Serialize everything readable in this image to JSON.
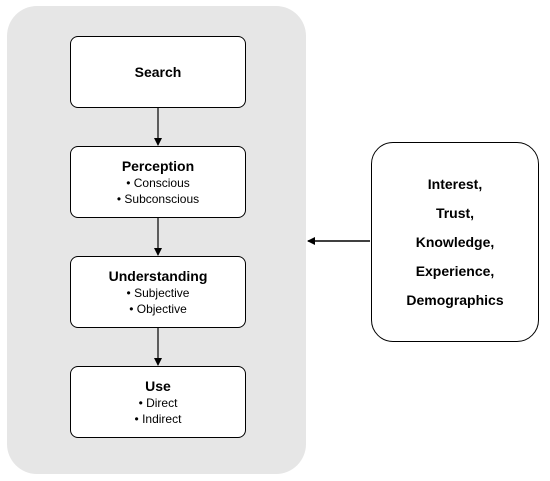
{
  "stages": [
    {
      "title": "Search",
      "items": []
    },
    {
      "title": "Perception",
      "items": [
        "• Conscious",
        "• Subconscious"
      ]
    },
    {
      "title": "Understanding",
      "items": [
        "• Subjective",
        "• Objective"
      ]
    },
    {
      "title": "Use",
      "items": [
        "• Direct",
        "• Indirect"
      ]
    }
  ],
  "factors": [
    "Interest,",
    "Trust,",
    "Knowledge,",
    "Experience,",
    "Demographics"
  ]
}
